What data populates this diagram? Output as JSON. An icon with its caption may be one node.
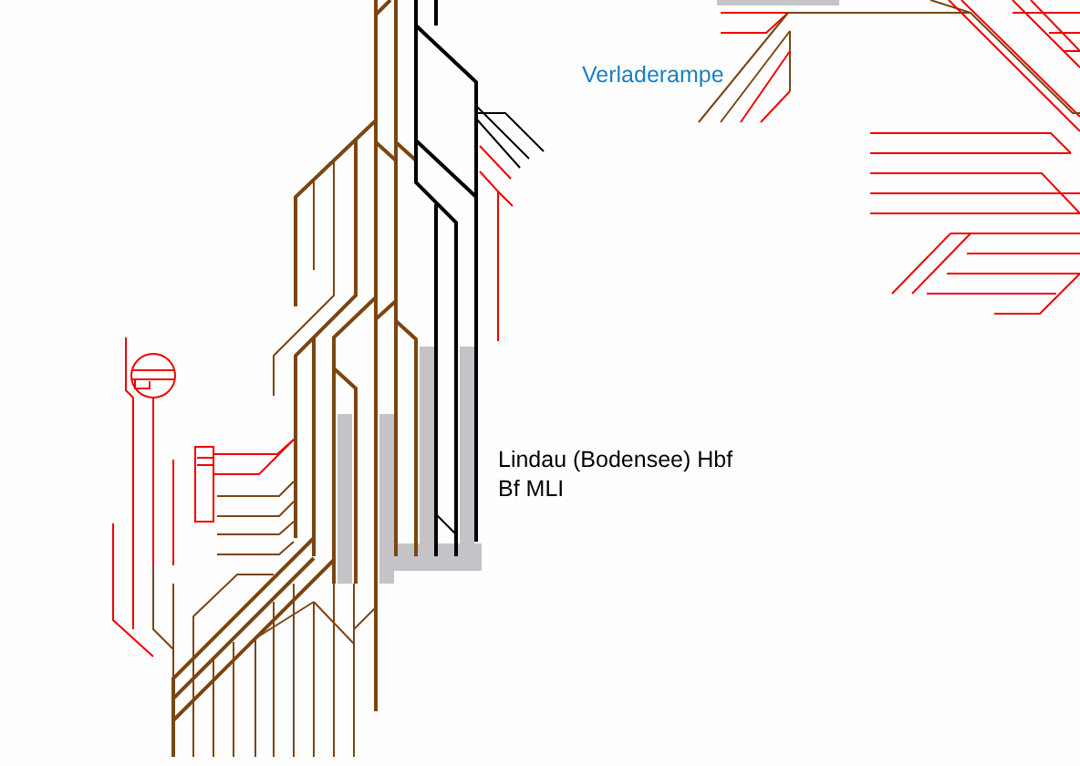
{
  "diagram": {
    "labels": [
      "Verladerampe",
      "Lindau (Bodensee) Hbf",
      "Bf MLI"
    ]
  }
}
